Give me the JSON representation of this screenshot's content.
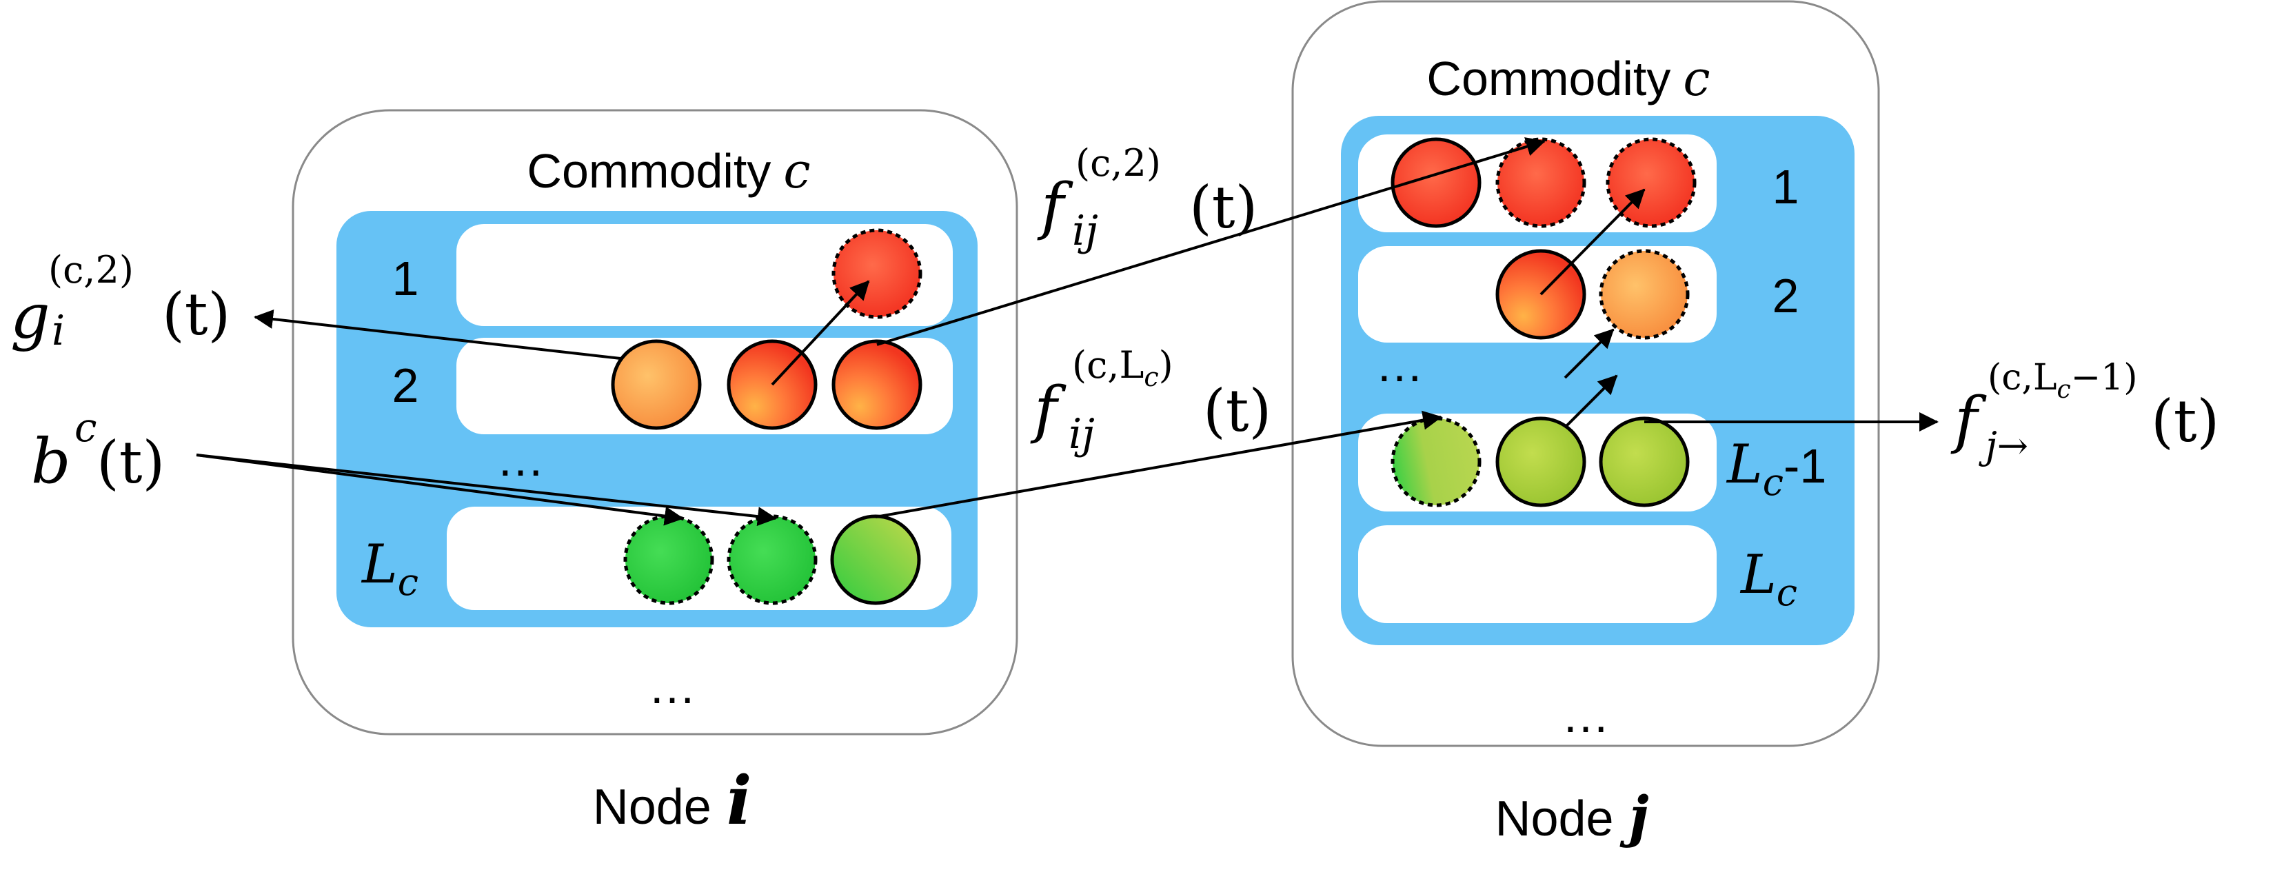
{
  "node_i": {
    "commodity_label": "Commodity",
    "commodity_var": "c",
    "rows": [
      {
        "label": "1"
      },
      {
        "label": "2"
      },
      {
        "label": "…"
      },
      {
        "label": "L",
        "sub": "c"
      }
    ],
    "more": "…",
    "node_word": "Node",
    "node_var": "i"
  },
  "node_j": {
    "commodity_label": "Commodity",
    "commodity_var": "c",
    "rows": [
      {
        "label": "1"
      },
      {
        "label": "2"
      },
      {
        "label": "…"
      },
      {
        "label": "L",
        "sub": "c",
        "suffix": "-1"
      },
      {
        "label": "L",
        "sub": "c"
      }
    ],
    "more": "…",
    "node_word": "Node",
    "node_var": "j"
  },
  "labels": {
    "g": {
      "base": "g",
      "sub": "i",
      "sup": "(c,2)",
      "arg": "(t)"
    },
    "b": {
      "base": "b",
      "sup": "c",
      "arg": "(t)"
    },
    "f_top": {
      "base": "f",
      "sub": "ij",
      "sup": "(c,2)",
      "arg": "(t)"
    },
    "f_mid": {
      "base": "f",
      "sub": "ij",
      "sup_pre": "(c,L",
      "sup_sub": "c",
      "sup_post": ")",
      "arg": "(t)"
    },
    "f_right": {
      "base": "f",
      "sub": "j→",
      "sup_pre": "(c,L",
      "sup_sub": "c",
      "sup_post": "−1)",
      "arg": "(t)"
    }
  },
  "colors": {
    "queue_blue": "#66c2f5",
    "red": "#ff4433",
    "orange": "#fb9e45",
    "green": "#2ecc40",
    "yellow_green": "#a9cf3c"
  }
}
